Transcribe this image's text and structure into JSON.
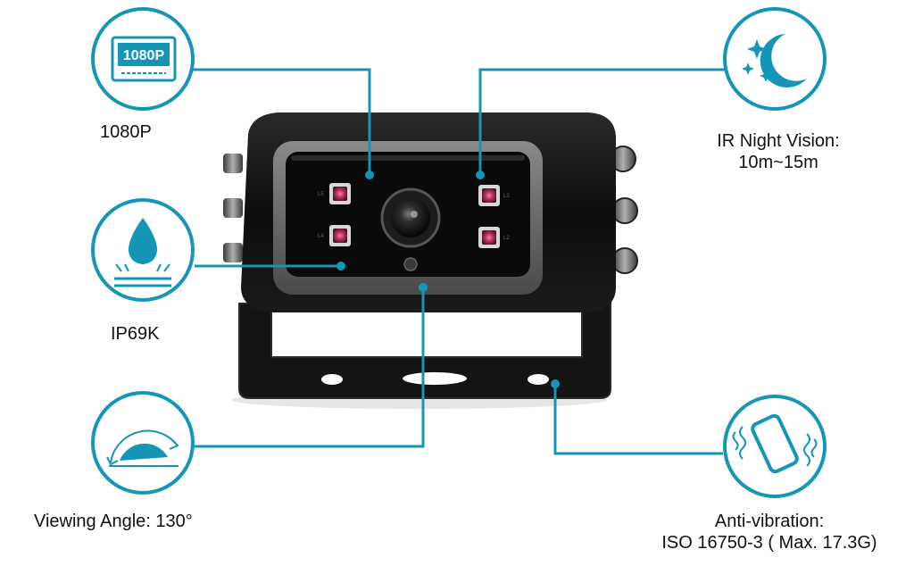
{
  "accent_color": "#1596b6",
  "features": {
    "resolution": {
      "icon": "monitor-1080p-icon",
      "badge": "1080P",
      "label": "1080P"
    },
    "night_vision": {
      "icon": "moon-stars-icon",
      "label_line1": "IR Night Vision:",
      "label_line2": "10m~15m"
    },
    "waterproof": {
      "icon": "water-drop-icon",
      "label": "IP69K"
    },
    "viewing_angle": {
      "icon": "angle-arc-icon",
      "label": "Viewing Angle: 130°"
    },
    "anti_vibration": {
      "icon": "vibrating-phone-icon",
      "label_line1": "Anti-vibration:",
      "label_line2": "ISO 16750-3 ( Max. 17.3G)"
    }
  },
  "product": {
    "name": "backup-camera"
  },
  "led_labels": [
    "L5",
    "L4",
    "L3",
    "L2"
  ]
}
